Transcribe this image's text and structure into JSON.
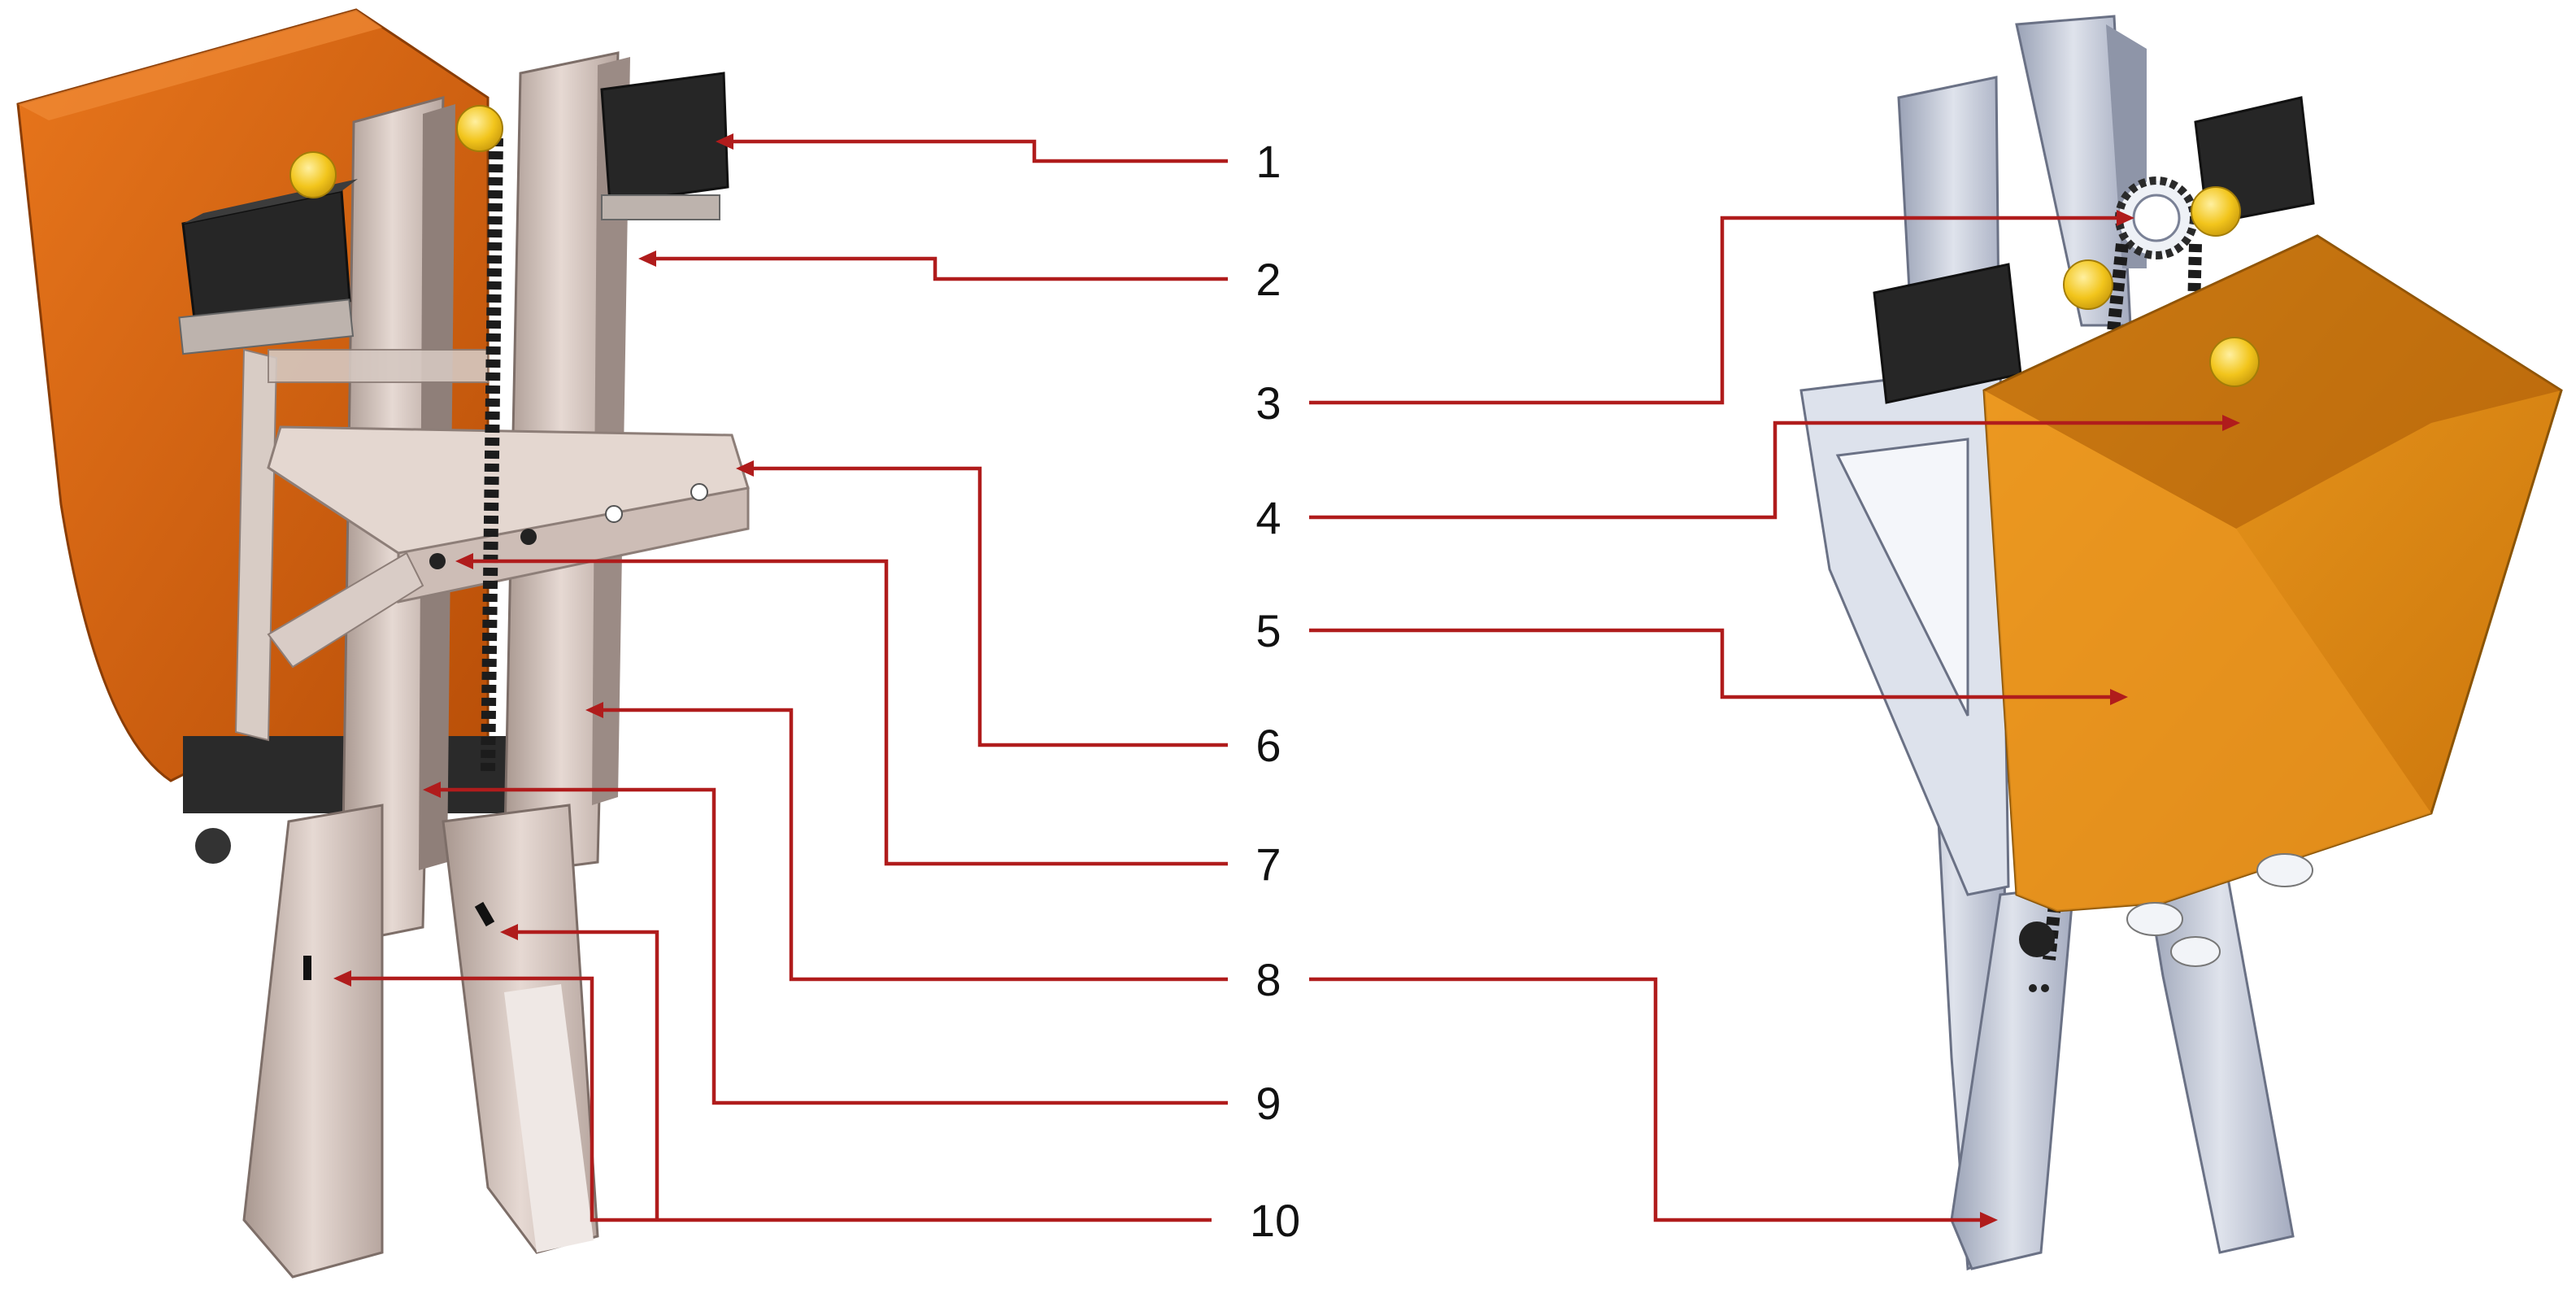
{
  "figure": {
    "labels": [
      {
        "id": "1",
        "text": "1"
      },
      {
        "id": "2",
        "text": "2"
      },
      {
        "id": "3",
        "text": "3"
      },
      {
        "id": "4",
        "text": "4"
      },
      {
        "id": "5",
        "text": "5"
      },
      {
        "id": "6",
        "text": "6"
      },
      {
        "id": "7",
        "text": "7"
      },
      {
        "id": "8",
        "text": "8"
      },
      {
        "id": "9",
        "text": "9"
      },
      {
        "id": "10",
        "text": "10"
      }
    ],
    "colors": {
      "hopper_left": "#d9620e",
      "hopper_right": "#e08a12",
      "steel": "#cdbdb6",
      "steel_right": "#b8bfd0",
      "motor": "#262626",
      "ball": "#f2c51c",
      "leader": "#b01c1c"
    }
  }
}
